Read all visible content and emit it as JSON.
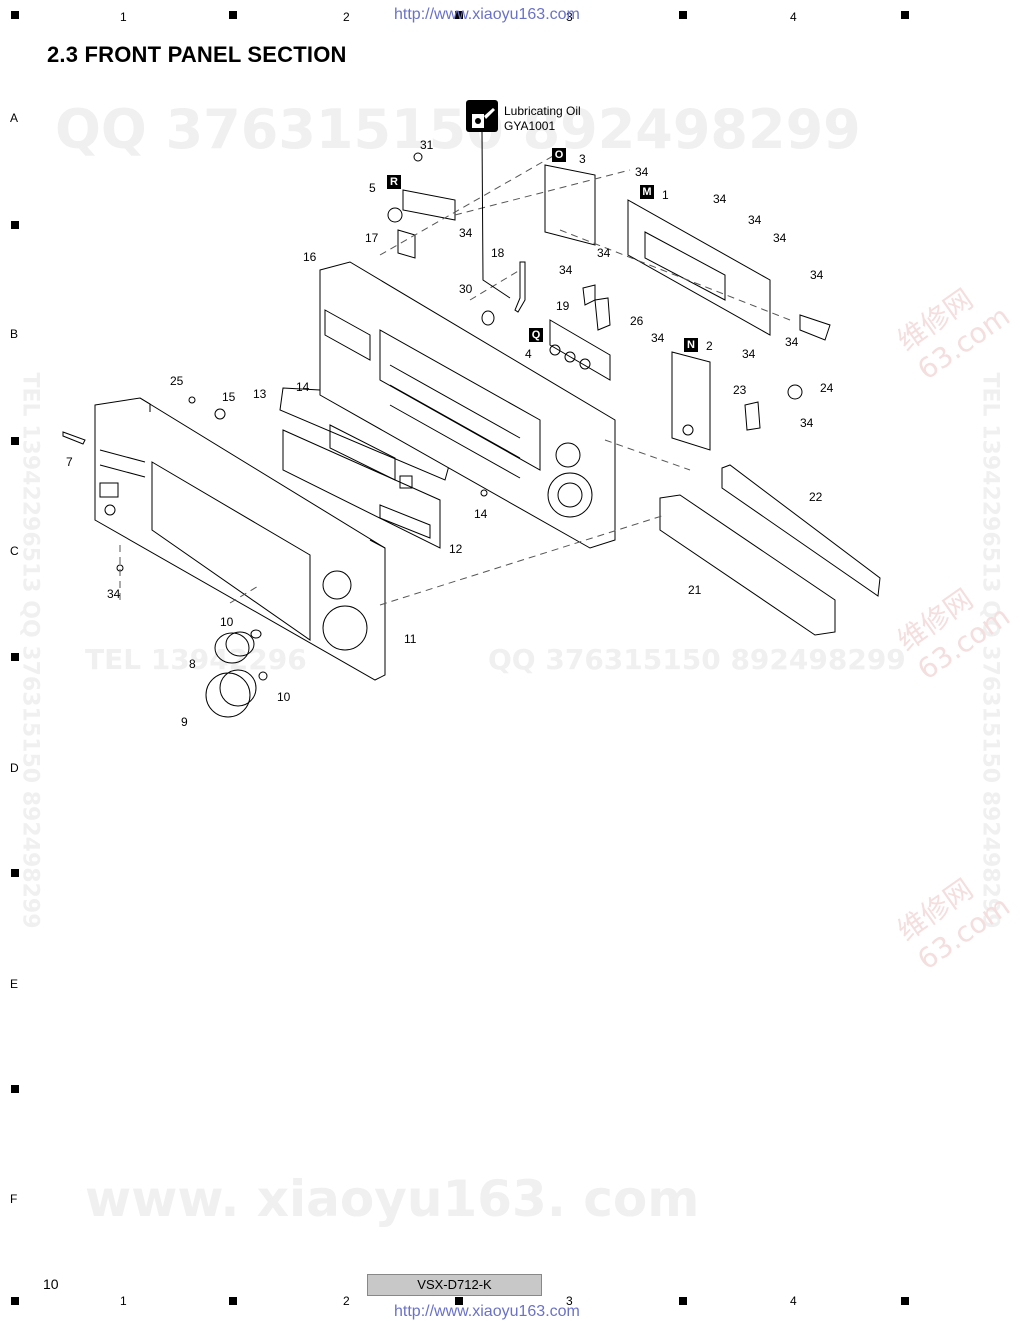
{
  "header": {
    "url_top": "http://www.xiaoyu163.com",
    "url_bottom": "http://www.xiaoyu163.com",
    "section_title": "2.3  FRONT PANEL SECTION",
    "columns": [
      "1",
      "2",
      "3",
      "4"
    ],
    "rows": [
      "A",
      "B",
      "C",
      "D",
      "E",
      "F"
    ]
  },
  "footer": {
    "page_number": "10",
    "model": "VSX-D712-K"
  },
  "watermarks": {
    "qq_top": "QQ 376315150  892498299",
    "qq_mid": "QQ  376315150  892498299",
    "tel_mid": "TEL  13942296",
    "site_bottom": "www. xiaoyu163. com",
    "side_left": "TEL 13942296513  QQ 376315150  892498299",
    "side_right": "TEL 13942296513  QQ 376315150  892498299",
    "red_1": "维修网\n63.com",
    "red_2": "维修网\n63.com",
    "red_3": "维修网\n63.com"
  },
  "lubricant": {
    "name": "Lubricating Oil",
    "part_no": "GYA1001",
    "icon": "oil-can-icon"
  },
  "badges": {
    "R": "R",
    "O": "O",
    "M": "M",
    "Q": "Q",
    "N": "N"
  },
  "callouts": {
    "c31": "31",
    "c5": "5",
    "c17": "17",
    "c34a": "34",
    "c3": "3",
    "c34b": "34",
    "c1": "1",
    "c34c": "34",
    "c34d": "34",
    "c34e": "34",
    "c34f": "34",
    "c34g": "34",
    "c16": "16",
    "c18": "18",
    "c34h": "34",
    "c30": "30",
    "c19": "19",
    "c26": "26",
    "c34i": "34",
    "c34j": "34",
    "c4": "4",
    "c2": "2",
    "c34k": "34",
    "c25": "25",
    "c15": "15",
    "c13": "13",
    "c14a": "14",
    "c23": "23",
    "c24": "24",
    "c34l": "34",
    "c7": "7",
    "c14b": "14",
    "c12": "12",
    "c22": "22",
    "c21": "21",
    "c34m": "34",
    "c11": "11",
    "c10a": "10",
    "c8": "8",
    "c10b": "10",
    "c9": "9"
  }
}
